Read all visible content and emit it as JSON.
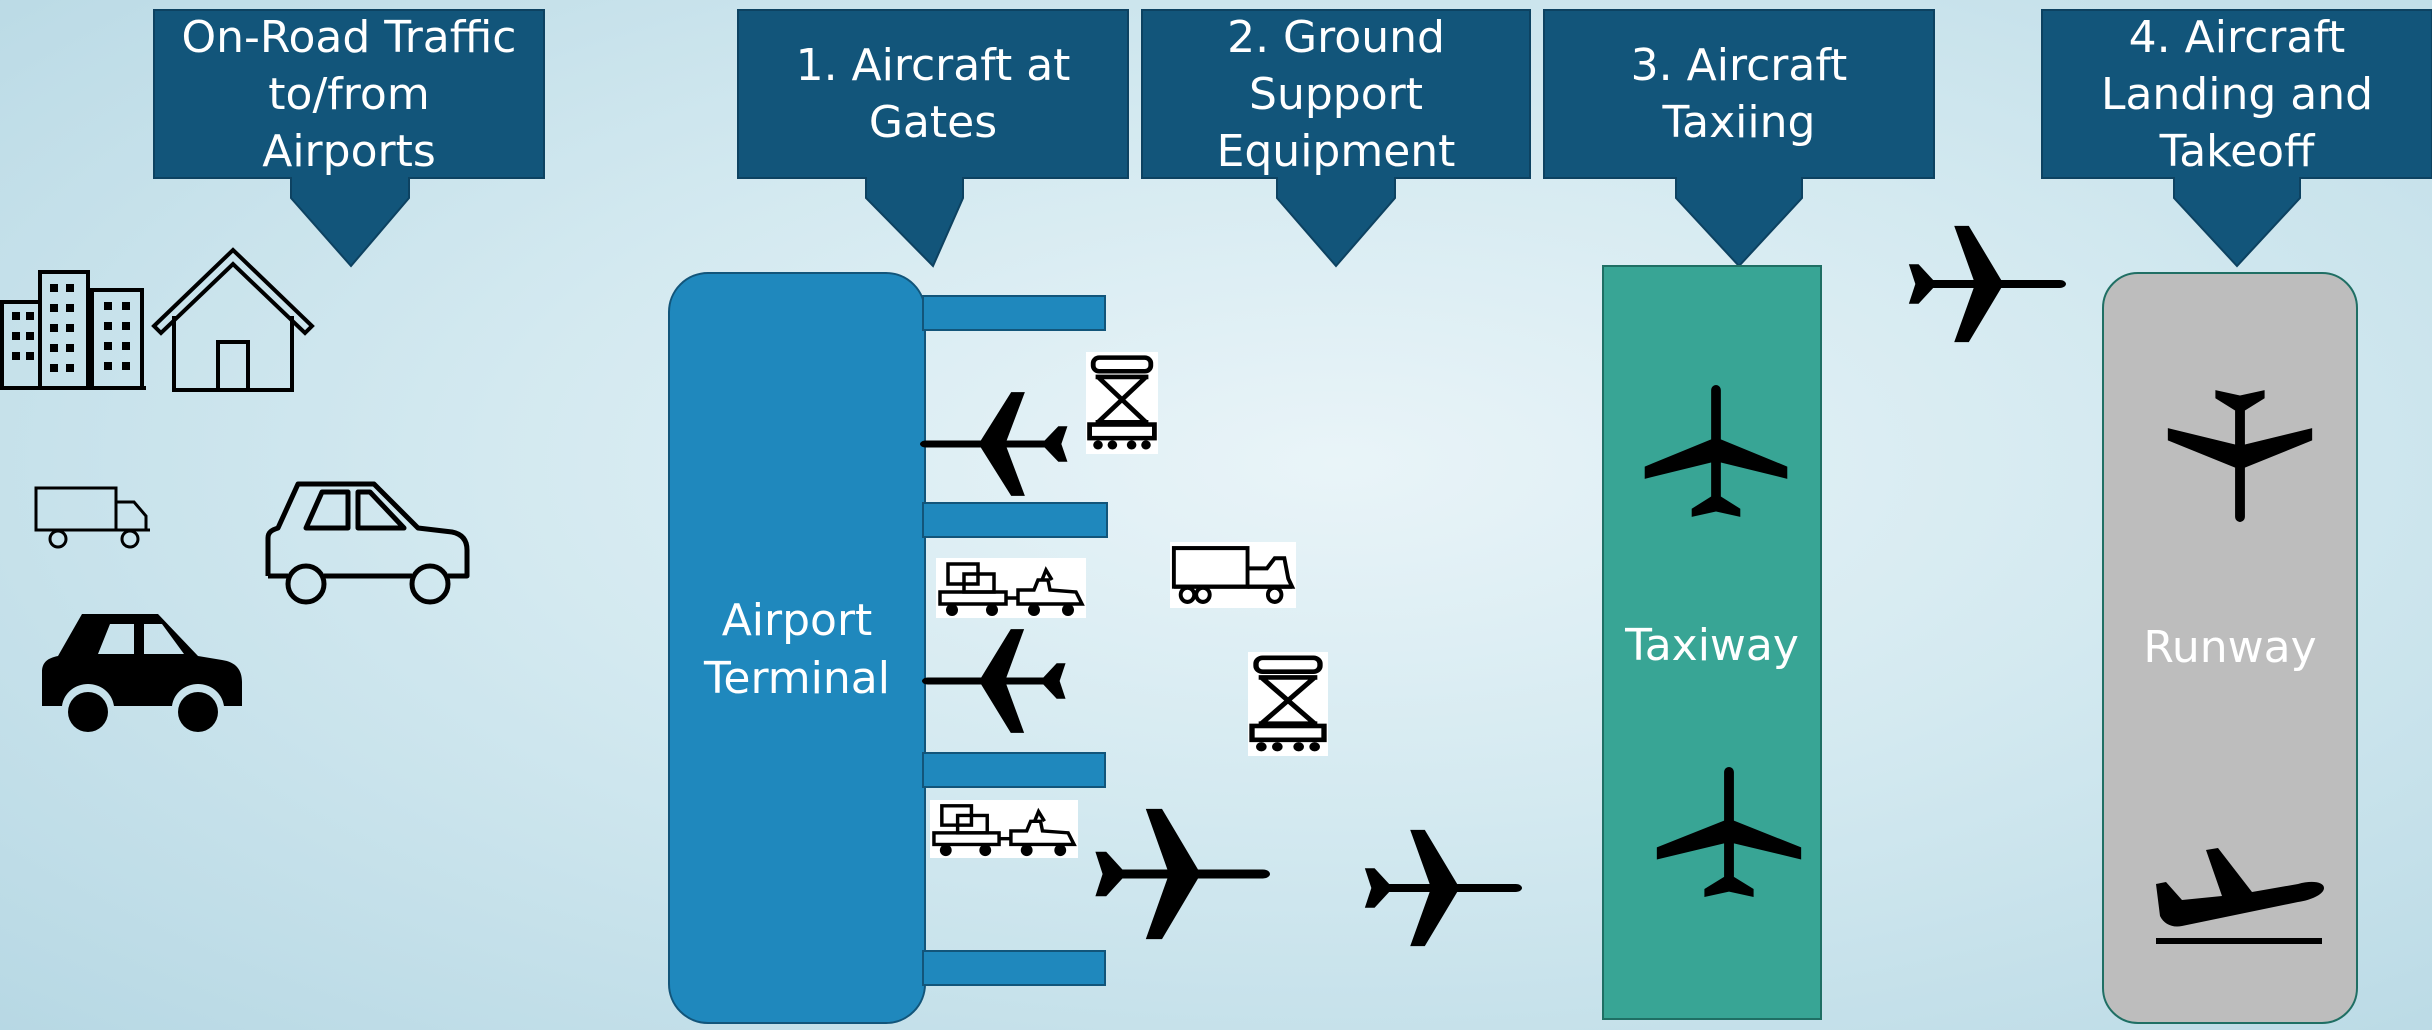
{
  "callouts": [
    {
      "id": "on-road",
      "text": "On-Road Traffic\nto/from\nAirports"
    },
    {
      "id": "gates",
      "text": "1. Aircraft at\nGates"
    },
    {
      "id": "gse",
      "text": "2. Ground\nSupport\nEquipment"
    },
    {
      "id": "taxiing",
      "text": "3. Aircraft\nTaxiing"
    },
    {
      "id": "landing",
      "text": "4. Aircraft\nLanding and\nTakeoff"
    }
  ],
  "terminal": {
    "label": "Airport\nTerminal"
  },
  "taxiway": {
    "label": "Taxiway"
  },
  "runway": {
    "label": "Runway"
  },
  "colors": {
    "callout": "#12557a",
    "terminal": "#1f88bd",
    "taxiway": "#38a595",
    "runway": "#bdbdbd",
    "icon": "#000000"
  },
  "icons": [
    "buildings-icon",
    "house-icon",
    "truck-icon",
    "car-outline-icon",
    "car-solid-icon",
    "airplane-icon",
    "scissor-lift-icon",
    "baggage-tractor-icon",
    "fuel-truck-icon",
    "airplane-takeoff-icon"
  ]
}
